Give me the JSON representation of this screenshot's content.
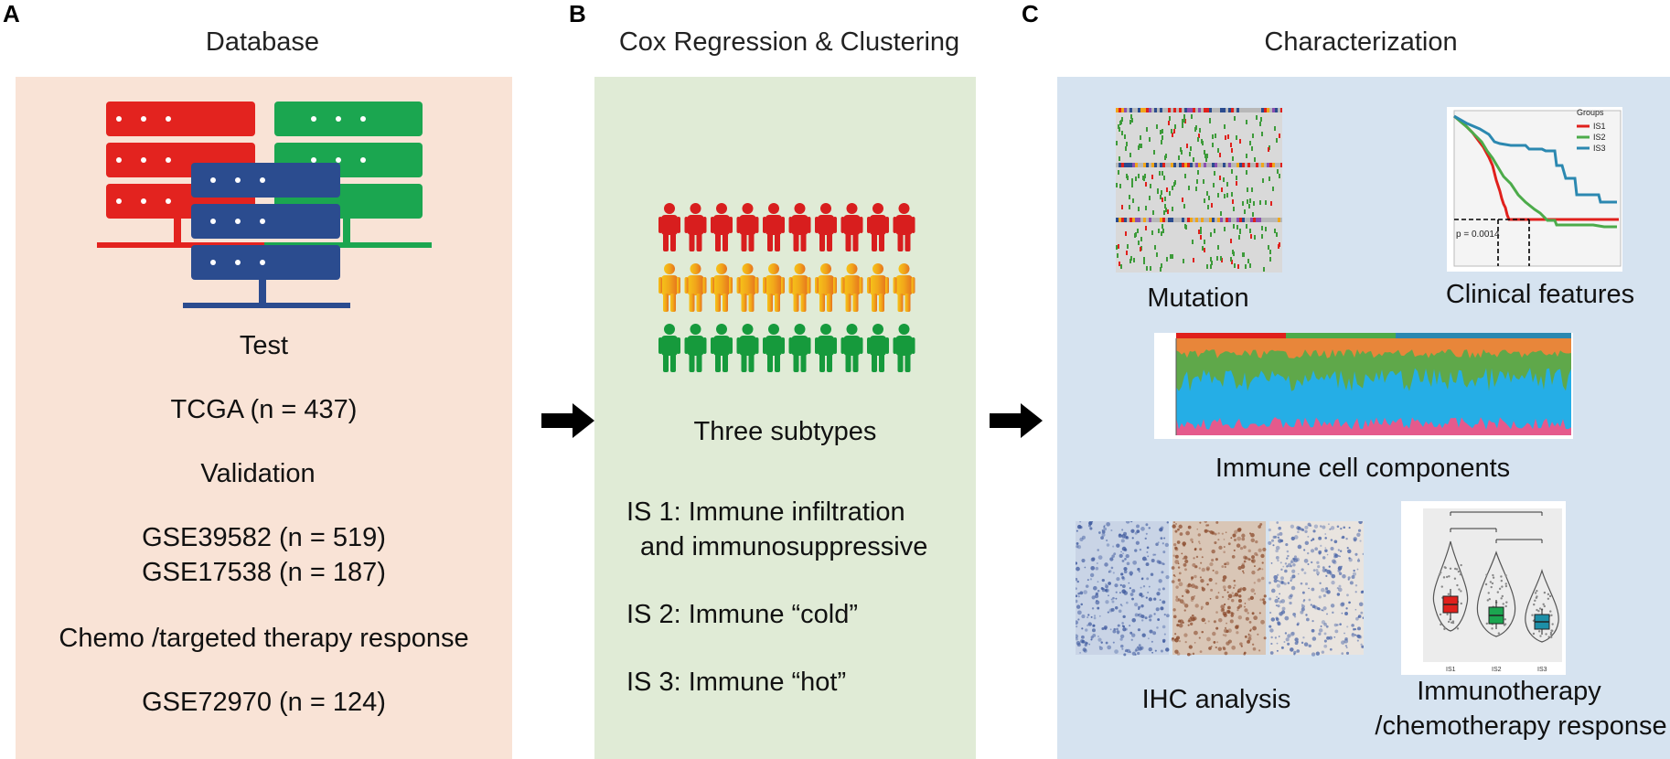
{
  "panels": {
    "a": {
      "letter": "A",
      "title": "Database",
      "lines": [
        "Test",
        "TCGA (n = 437)",
        "Validation",
        "GSE39582 (n = 519)",
        "GSE17538 (n = 187)",
        "Chemo /targeted therapy response",
        "GSE72970 (n = 124)"
      ]
    },
    "b": {
      "letter": "B",
      "title": "Cox Regression & Clustering",
      "subtypes_label": "Three subtypes",
      "is1_line1": "IS 1:  Immune infiltration",
      "is1_line2": "and immunosuppressive",
      "is2": "IS 2:  Immune “cold”",
      "is3": "IS 3:  Immune “hot”"
    },
    "c": {
      "letter": "C",
      "title": "Characterization",
      "mutation": "Mutation",
      "clinical": "Clinical features",
      "immune": "Immune cell components",
      "ihc": "IHC analysis",
      "response_line1": "Immunotherapy",
      "response_line2": "/chemotherapy response",
      "km_legend_title": "Groups",
      "km_groups": [
        "IS1",
        "IS2",
        "IS3"
      ],
      "km_pvalue": "p = 0.0014",
      "violin_xticks": [
        "IS1",
        "IS2",
        "IS3"
      ]
    }
  },
  "colors": {
    "panel_a_bg": "#f9e3d6",
    "panel_b_bg": "#e0ebd6",
    "panel_c_bg": "#d6e3f0",
    "server_red": "#e3231f",
    "server_green": "#1ba650",
    "server_blue": "#2b4c8f",
    "person_red": "#d81e1e",
    "person_yellow": "#f2b318",
    "person_green": "#169a3c"
  }
}
